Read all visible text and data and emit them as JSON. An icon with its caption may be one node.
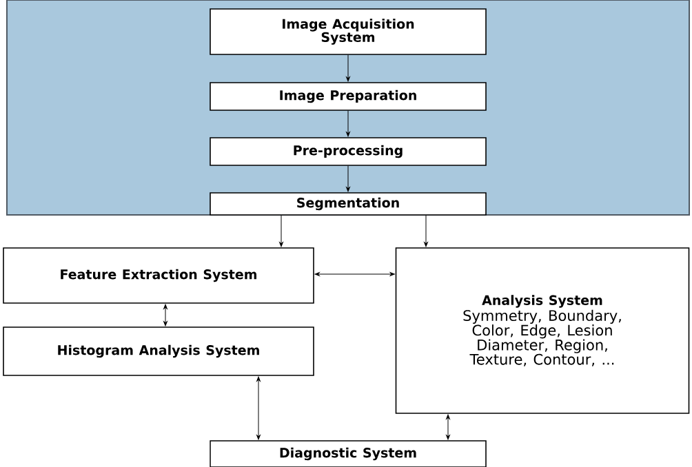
{
  "diagram": {
    "nodes": [
      {
        "text": [],
        "shape": "box"
      },
      {
        "text": [
          "Image Acquisition System"
        ],
        "in": 0
      },
      {
        "text": [
          "Image Preparation"
        ],
        "in": 0
      },
      {
        "text": [
          "Pre-processing"
        ],
        "in": 0
      },
      {
        "text": [
          "Segmentation"
        ],
        "in": 0
      },
      {
        "text": [
          "Feature Extraction System"
        ]
      },
      {
        "text": [
          "Analysis System",
          "Symmetry, Boundary, Color, Edge, Lesion Diameter, Region, Texture, Contour, ..."
        ]
      },
      {
        "text": [
          "Histogram Analysis System"
        ]
      },
      {
        "text": [
          "Diagnostic System"
        ]
      }
    ],
    "edges": [
      {
        "from": 1,
        "to": 2,
        "arrow": "to"
      },
      {
        "from": 2,
        "to": 3,
        "arrow": "to"
      },
      {
        "from": 3,
        "to": 4,
        "arrow": "to"
      },
      {
        "from": 4,
        "to": 5,
        "arrow": "to"
      },
      {
        "from": 4,
        "to": 6,
        "arrow": "to"
      },
      {
        "from": 5,
        "to": 6,
        "arrow": "both"
      },
      {
        "from": 5,
        "to": 7,
        "arrow": "both"
      },
      {
        "from": 7,
        "to": 8,
        "arrow": "both"
      },
      {
        "from": 6,
        "to": 8,
        "arrow": "both"
      }
    ]
  }
}
